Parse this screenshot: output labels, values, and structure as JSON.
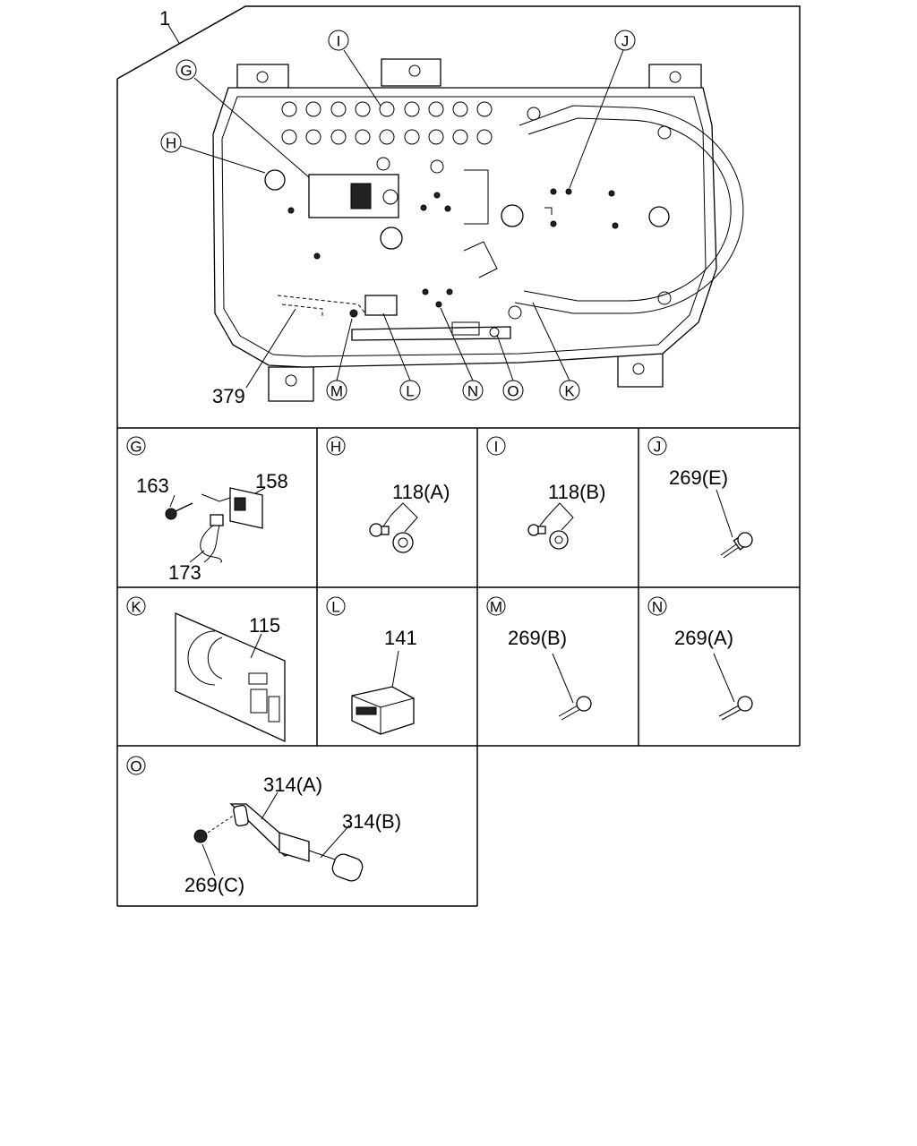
{
  "main": {
    "assembly_number": "1",
    "callouts": [
      "G",
      "H",
      "I",
      "J",
      "K",
      "L",
      "M",
      "N",
      "O"
    ],
    "parts": [
      "379"
    ]
  },
  "details": [
    {
      "letter": "G",
      "parts": [
        "163",
        "158",
        "173"
      ]
    },
    {
      "letter": "H",
      "parts": [
        "118(A)"
      ]
    },
    {
      "letter": "I",
      "parts": [
        "118(B)"
      ]
    },
    {
      "letter": "J",
      "parts": [
        "269(E)"
      ]
    },
    {
      "letter": "K",
      "parts": [
        "115"
      ]
    },
    {
      "letter": "L",
      "parts": [
        "141"
      ]
    },
    {
      "letter": "M",
      "parts": [
        "269(B)"
      ]
    },
    {
      "letter": "N",
      "parts": [
        "269(A)"
      ]
    },
    {
      "letter": "O",
      "parts": [
        "314(A)",
        "314(B)",
        "269(C)"
      ]
    }
  ]
}
